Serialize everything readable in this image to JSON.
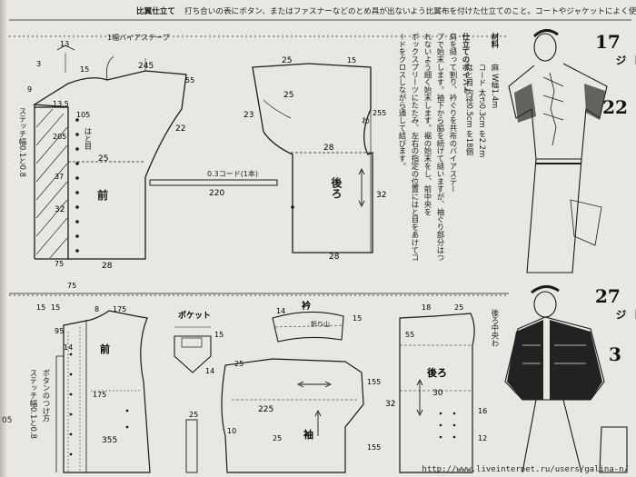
{
  "header": {
    "title": "比翼仕立て",
    "text": "打ち合いの表にボタン、またはファスナーなどのとめ具が出ないよう比翼布を付けた仕立てのこと。コートやジャケットによく使われる。"
  },
  "top_pattern": {
    "labels": {
      "bias_tape": "1幅バイアステープ",
      "stitch_width": "ステッチ幅0.1と0.8",
      "button_place": "はと目",
      "front": "前",
      "back": "後ろ",
      "cord": "0.3コード(1本)",
      "wa": "わ"
    },
    "numbers": [
      "13",
      "3",
      "15",
      "245",
      "55",
      "9",
      "13.5",
      "105",
      "205",
      "22",
      "25",
      "25",
      "15",
      "37",
      "32",
      "75",
      "28",
      "75",
      "220",
      "25",
      "23",
      "255",
      "28",
      "32",
      "28"
    ]
  },
  "instructions": {
    "material_title": "材料",
    "material_lines": [
      "麻 W幅1.4m",
      "コード 太さ0.3cm を2.2m",
      "はと目 内径0.5cm を18個"
    ],
    "point_title": "仕立てのポイント",
    "point_lines": [
      "肩を縫って割り、衿ぐりを共布のバイアステー",
      "プで始末します。袖下から脇を続けて縫いますが、袖ぐり部分はつ",
      "れないよう細く始末します。裾の始末をし、前中央を",
      "ボックスプリーツにたたみ、左右の指定の位置にはと目をあけてコ",
      "ードをクロスしながら通して結びます。"
    ]
  },
  "page_refs": [
    {
      "number": "17",
      "label": "ページ",
      "model": "22"
    },
    {
      "number": "27",
      "label": "ページ",
      "model": "3"
    }
  ],
  "bottom_pattern": {
    "labels": {
      "front": "前",
      "pocket": "ポケット",
      "collar": "衿",
      "sleeve": "袖",
      "back": "後ろ",
      "back_center": "後ろ中央わ",
      "fold_line": "折り山",
      "button_note": "ボタンのつけ方",
      "stitch_note": "ステッチ幅0.1と0.8"
    },
    "numbers": [
      "15",
      "15",
      "8",
      "175",
      "14",
      "95",
      "175",
      "15",
      "25",
      "14",
      "18",
      "25",
      "225",
      "155",
      "10",
      "25",
      "30",
      "32",
      "355",
      "155",
      "16",
      "12",
      "55",
      "15",
      "25",
      "14"
    ]
  },
  "misc": {
    "watermark": "http://www.liveinternet.ru/users/galina-n/",
    "page_edge_number": "05"
  },
  "colors": {
    "paper": "#e9e7e1",
    "ink": "#1a1a1a"
  }
}
